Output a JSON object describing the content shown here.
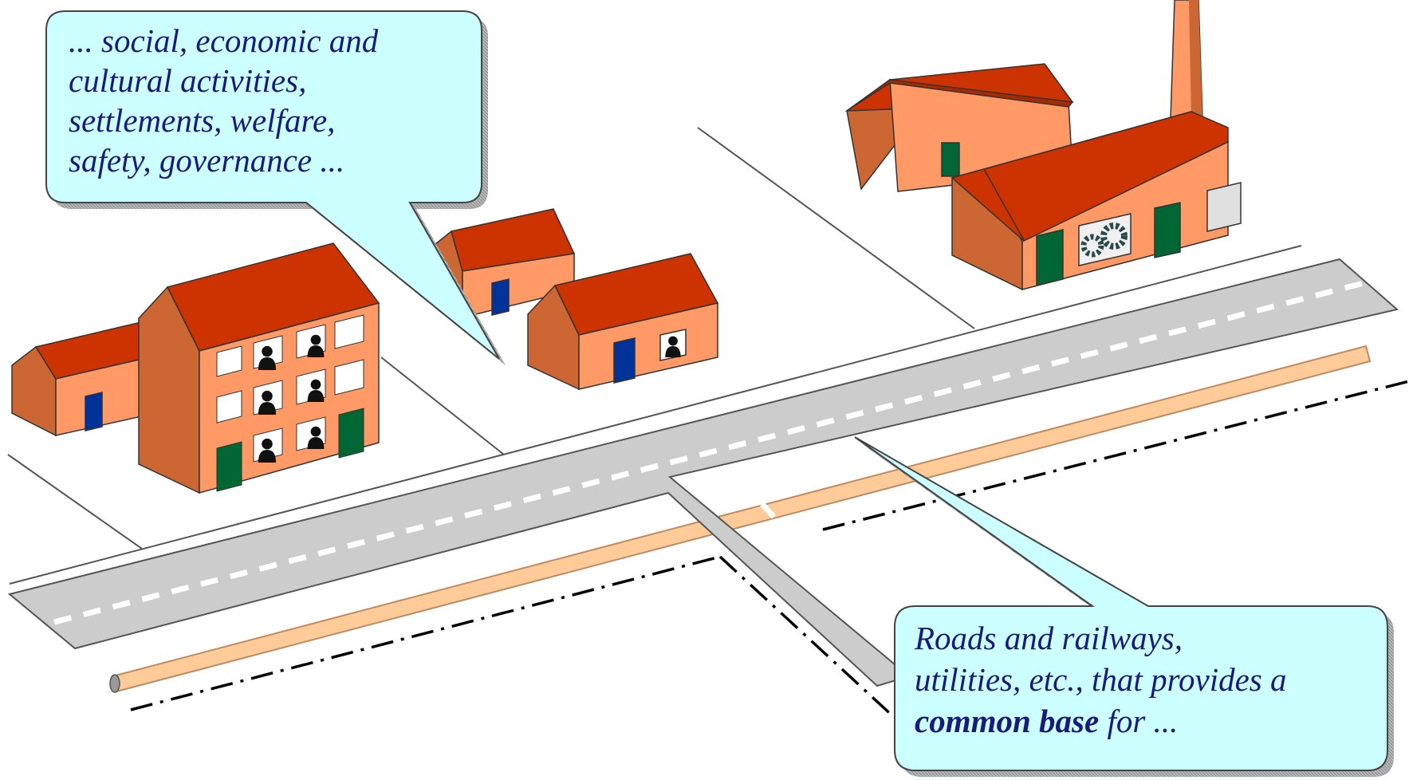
{
  "colors": {
    "roof": "#cc3300",
    "wall_front": "#ff9966",
    "wall_side": "#cc6633",
    "door_green": "#006633",
    "door_blue": "#003399",
    "road": "#cccccc",
    "road_marking": "#ffffff",
    "pipe": "#ffcc99",
    "callout_fill": "#ccffff",
    "callout_text": "#1a1a7a",
    "ground_lines": "#555555"
  },
  "callout_top": {
    "lines": [
      "... social, economic and",
      "cultural activities,",
      "settlements, welfare,",
      "safety, governance ..."
    ]
  },
  "callout_bottom": {
    "line1": "Roads and railways,",
    "line2": "utilities, etc., that provides a",
    "line3_bold": "common base",
    "line3_rest": " for  ..."
  },
  "icons": {
    "person": "person-silhouette-icon",
    "gears": "gears-icon"
  }
}
